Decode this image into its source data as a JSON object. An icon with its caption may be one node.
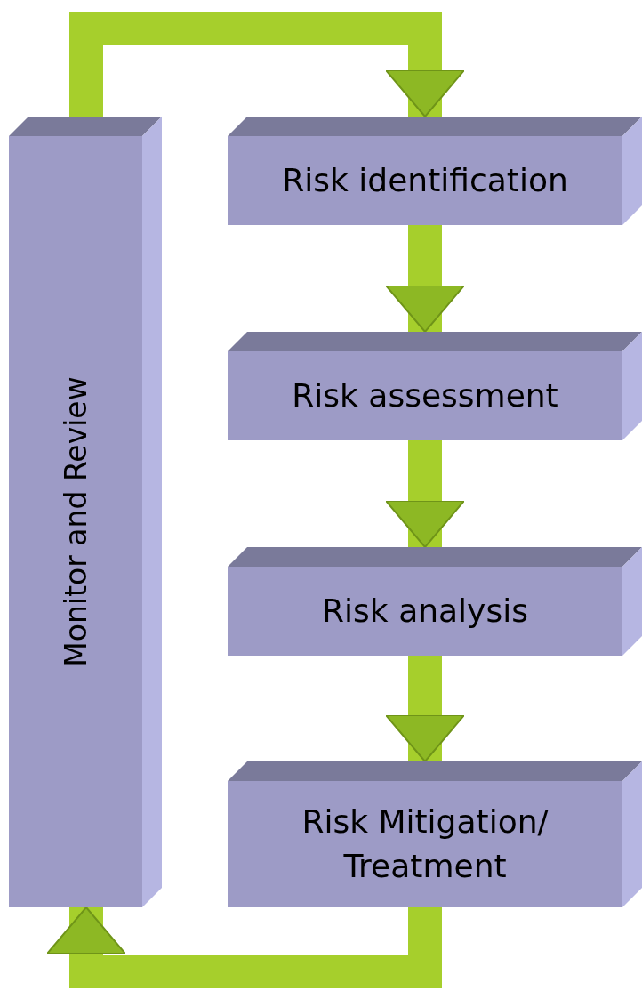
{
  "diagram": {
    "nodes": [
      {
        "text": [
          "Monitor and Review"
        ]
      },
      {
        "text": [
          "Risk identification"
        ]
      },
      {
        "text": [
          "Risk assessment"
        ]
      },
      {
        "text": [
          "Risk analysis"
        ]
      },
      {
        "text": [
          "Risk Mitigation/ Treatment"
        ]
      }
    ],
    "edges": [
      {
        "from": 0,
        "to": 1,
        "arrow": "to"
      },
      {
        "from": 1,
        "to": 2,
        "arrow": "to"
      },
      {
        "from": 2,
        "to": 3,
        "arrow": "to"
      },
      {
        "from": 3,
        "to": 4,
        "arrow": "to"
      },
      {
        "from": 4,
        "to": 0,
        "arrow": "to"
      }
    ]
  }
}
